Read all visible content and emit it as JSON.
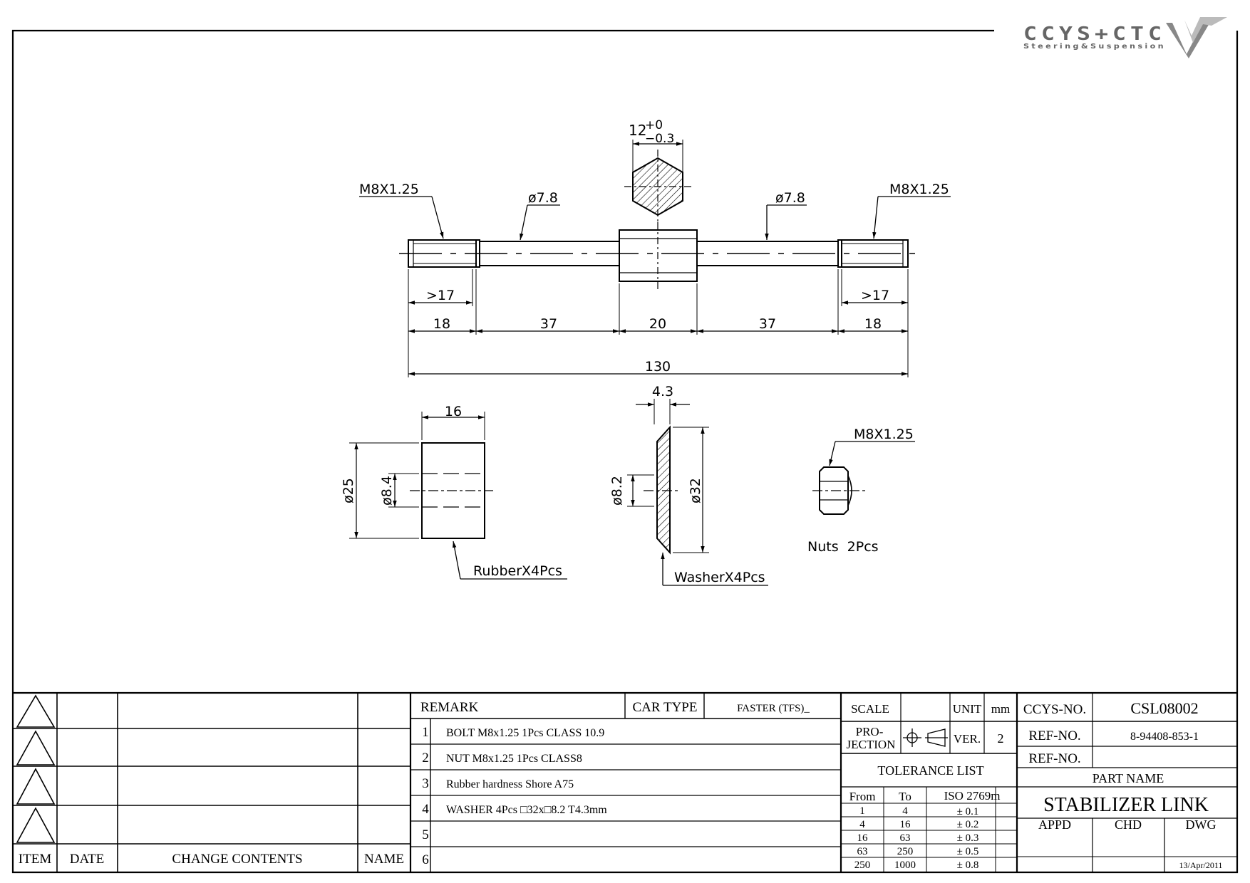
{
  "logo": {
    "brand": "CCYS+CTC",
    "tagline": "Steering&Suspension"
  },
  "drawing": {
    "hex_dim_main": "12",
    "hex_tol_upper": "+0",
    "hex_tol_lower": "−0.3",
    "thread_left": "M8X1.25",
    "thread_right": "M8X1.25",
    "dia_left": "ø7.8",
    "dia_right": "ø7.8",
    "thread_len_left": ">17",
    "thread_len_right": ">17",
    "segments": [
      "18",
      "37",
      "20",
      "37",
      "18"
    ],
    "total_length": "130",
    "rubber": {
      "width": "16",
      "outer": "ø25",
      "inner": "ø8.4",
      "label": "RubberX4Pcs"
    },
    "washer": {
      "thickness": "4.3",
      "inner": "ø8.2",
      "outer": "ø32",
      "label": "WasherX4Pcs"
    },
    "nut": {
      "thread": "M8X1.25",
      "label": "Nuts  2Pcs"
    }
  },
  "title_block": {
    "revision_headers": {
      "item": "ITEM",
      "date": "DATE",
      "change": "CHANGE CONTENTS",
      "name": "NAME"
    },
    "remark_header": "REMARK",
    "car_type_label": "CAR TYPE",
    "car_type_value": "FASTER (TFS)_",
    "remarks": [
      {
        "no": "1",
        "text": "BOLT  M8x1.25 1Pcs CLASS 10.9"
      },
      {
        "no": "2",
        "text": "NUT M8x1.25 1Pcs CLASS8"
      },
      {
        "no": "3",
        "text": "Rubber hardness Shore A75"
      },
      {
        "no": "4",
        "text": "WASHER 4Pcs □32x□8.2 T4.3mm"
      },
      {
        "no": "5",
        "text": ""
      },
      {
        "no": "6",
        "text": ""
      }
    ],
    "scale_label": "SCALE",
    "unit_label": "UNIT",
    "unit_value": "mm",
    "projection_label_1": "PRO-",
    "projection_label_2": "JECTION",
    "ver_label": "VER.",
    "ver_value": "2",
    "tolerance_title": "TOLERANCE LIST",
    "tolerance_headers": {
      "from": "From",
      "to": "To",
      "std": "ISO 2769m"
    },
    "tolerances": [
      {
        "from": "1",
        "to": "4",
        "tol": "± 0.1"
      },
      {
        "from": "4",
        "to": "16",
        "tol": "± 0.2"
      },
      {
        "from": "16",
        "to": "63",
        "tol": "± 0.3"
      },
      {
        "from": "63",
        "to": "250",
        "tol": "± 0.5"
      },
      {
        "from": "250",
        "to": "1000",
        "tol": "± 0.8"
      }
    ],
    "ccys_no_label": "CCYS-NO.",
    "ccys_no_value": "CSL08002",
    "ref_no_label": "REF-NO.",
    "ref_no_value": "8-94408-853-1",
    "ref_no2_label": "REF-NO.",
    "part_name_label": "PART NAME",
    "part_name_value": "STABILIZER LINK",
    "appd_label": "APPD",
    "chd_label": "CHD",
    "dwg_label": "DWG",
    "date_value": "13/Apr/2011"
  }
}
